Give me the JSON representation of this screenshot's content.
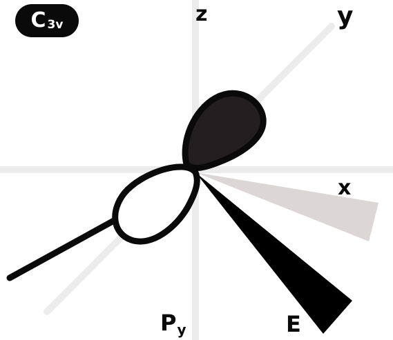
{
  "group_badge": {
    "main": "C",
    "sub": "3v"
  },
  "axes": {
    "z": "z",
    "y": "y",
    "x": "x"
  },
  "labels": {
    "p_main": "P",
    "p_sub": "y",
    "e": "E"
  },
  "colors": {
    "axis": "#ececec",
    "lobe_fill_dark": "#231f20",
    "outline": "#0a0a0a",
    "wedge_gray": "#dcd6d6",
    "wedge_black": "#000000"
  }
}
